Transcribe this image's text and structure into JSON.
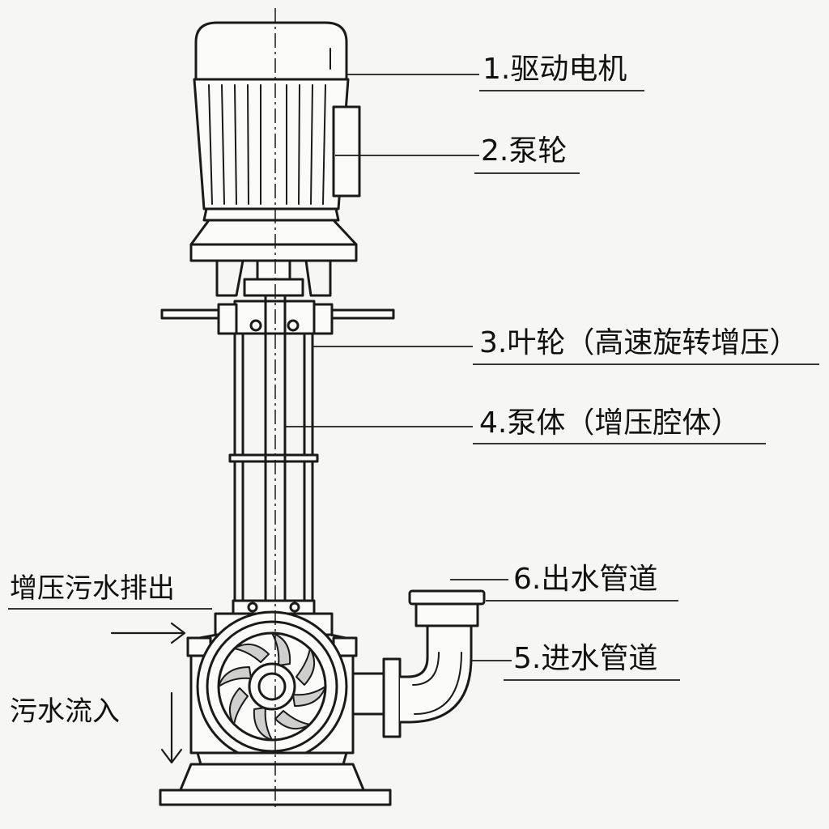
{
  "labels": {
    "motor": "1.驱动电机",
    "pump_wheel": "2.泵轮",
    "impeller": "3.叶轮（高速旋转增压）",
    "pump_body": "4.泵体（增压腔体）",
    "outlet_pipe": "6.出水管道",
    "inlet_pipe": "5.进水管道"
  },
  "flow_labels": {
    "discharge": "增压污水排出",
    "inflow": "污水流入"
  },
  "colors": {
    "line": "#1a1a1a",
    "background": "#f6f6f4",
    "fill": "#fbfbfa"
  }
}
